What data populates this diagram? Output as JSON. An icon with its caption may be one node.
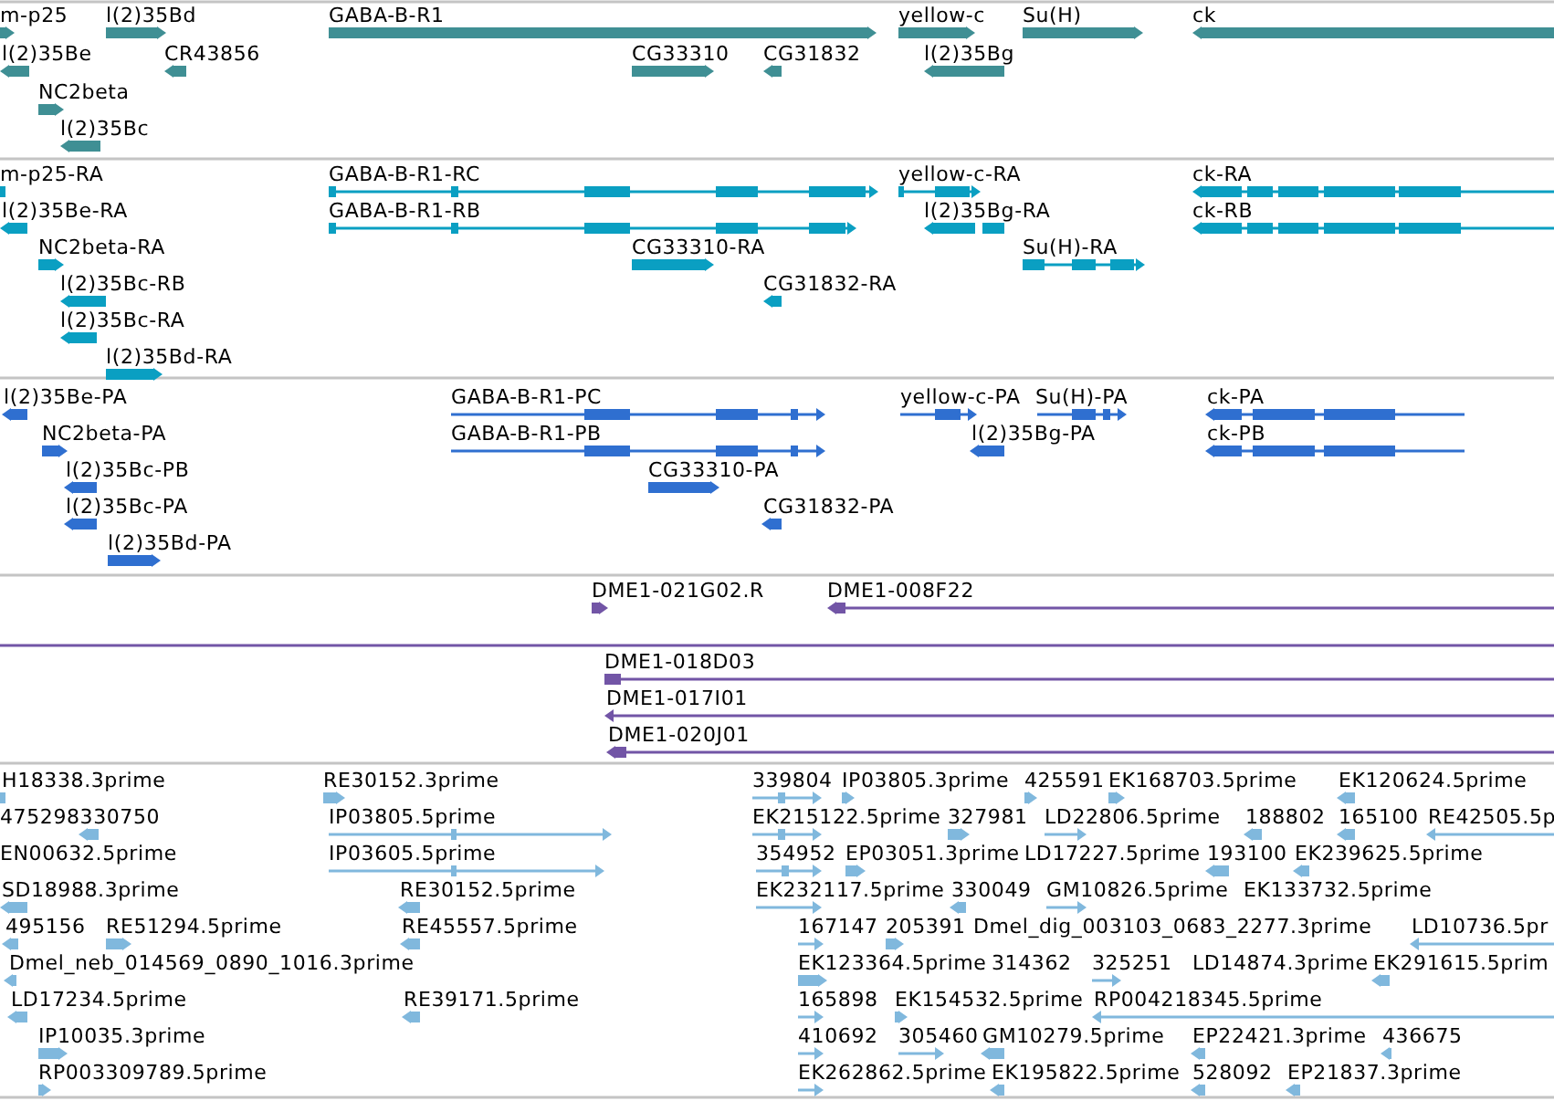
{
  "diagram": {
    "labels": [
      "m-p25",
      "l(2)35Bd",
      "GABA-B-R1",
      "yellow-c",
      "Su(H)",
      "ck",
      "l(2)35Be",
      "CR43856",
      "CG33310",
      "CG31832",
      "l(2)35Bg",
      "NC2beta",
      "l(2)35Bc",
      "m-p25-RA",
      "GABA-B-R1-RC",
      "yellow-c-RA",
      "ck-RA",
      "l(2)35Be-RA",
      "GABA-B-R1-RB",
      "l(2)35Bg-RA",
      "ck-RB",
      "NC2beta-RA",
      "CG33310-RA",
      "Su(H)-RA",
      "l(2)35Bc-RB",
      "CG31832-RA",
      "l(2)35Bc-RA",
      "l(2)35Bd-RA",
      "l(2)35Be-PA",
      "GABA-B-R1-PC",
      "yellow-c-PA",
      "Su(H)-PA",
      "ck-PA",
      "NC2beta-PA",
      "GABA-B-R1-PB",
      "l(2)35Bg-PA",
      "ck-PB",
      "l(2)35Bc-PB",
      "CG33310-PA",
      "l(2)35Bc-PA",
      "CG31832-PA",
      "l(2)35Bd-PA",
      "DME1-021G02.R",
      "DME1-008F22",
      "DME1-018D03",
      "DME1-017I01",
      "DME1-020J01",
      "H18338.3prime",
      "RE30152.3prime",
      "339804",
      "IP03805.3prime",
      "425591",
      "EK168703.5prime",
      "EK120624.5prime",
      "475298330750",
      "IP03805.5prime",
      "EK215122.5prime",
      "327981",
      "LD22806.5prime",
      "188802",
      "165100",
      "RE42505.5p",
      "EN00632.5prime",
      "IP03605.5prime",
      "354952",
      "EP03051.3prime",
      "LD17227.5prime",
      "193100",
      "EK239625.5prime",
      "SD18988.3prime",
      "RE30152.5prime",
      "EK232117.5prime",
      "330049",
      "GM10826.5prime",
      "EK133732.5prime",
      "495156",
      "RE51294.5prime",
      "RE45557.5prime",
      "167147",
      "205391",
      "Dmel_dig_003103_0683_2277.3prime",
      "LD10736.5pr",
      "Dmel_neb_014569_0890_1016.3prime",
      "EK123364.5prime",
      "314362",
      "325251",
      "LD14874.3prime",
      "EK291615.5prim",
      "LD17234.5prime",
      "RE39171.5prime",
      "165898",
      "EK154532.5prime",
      "RP004218345.5prime",
      "IP10035.3prime",
      "410692",
      "305460",
      "GM10279.5prime",
      "EP22421.3prime",
      "436675",
      "RP003309789.5prime",
      "EK262862.5prime",
      "EK195822.5prime",
      "528092",
      "EP21837.3prime"
    ]
  }
}
